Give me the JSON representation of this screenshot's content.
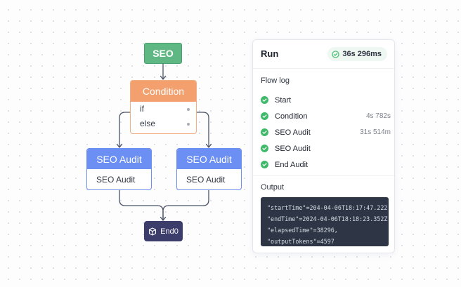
{
  "flow": {
    "start_node": "SEO",
    "condition": {
      "title": "Condition",
      "branches": [
        "if",
        "else"
      ]
    },
    "audit_nodes": [
      {
        "title": "SEO Audit",
        "body": "SEO Audit"
      },
      {
        "title": "SEO Audit",
        "body": "SEO Audit"
      }
    ],
    "end_node": "End0",
    "icons": {
      "end": "cube-icon"
    }
  },
  "run_panel": {
    "title": "Run",
    "duration": "36s 296ms",
    "flow_log_label": "Flow log",
    "log": [
      {
        "label": "Start",
        "duration": ""
      },
      {
        "label": "Condition",
        "duration": "4s 782s"
      },
      {
        "label": "SEO Audit",
        "duration": "31s 514m"
      },
      {
        "label": "SEO Audit",
        "duration": ""
      },
      {
        "label": "End Audit",
        "duration": ""
      }
    ],
    "output_label": "Output",
    "output_lines": [
      "\"startTime\"=204-04-06T18:17:47.222",
      "\"endTime\"=2024-04-06T18:18:23.352Z",
      "\"elapsedTime\"=38296,",
      "\"outputTokens\"=4597"
    ]
  },
  "colors": {
    "start_node": "#5fb883",
    "condition_node": "#f3a06e",
    "audit_node": "#6b8ff2",
    "end_node": "#3d3d6b",
    "success": "#3fba6a",
    "code_background": "#2e3646"
  }
}
